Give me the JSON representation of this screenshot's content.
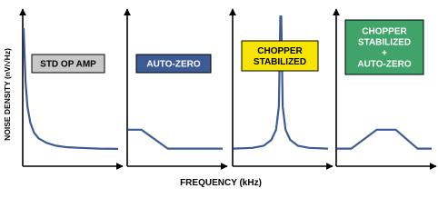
{
  "chart_data": {
    "type": "line",
    "xlabel": "FREQUENCY (kHz)",
    "ylabel": "NOISE DENSITY (nV/√Hz)",
    "colors": {
      "line": "#3d5b94",
      "axis": "#000000"
    },
    "panels": [
      {
        "label": "STD OP AMP",
        "label_lines": [
          "STD OP AMP"
        ],
        "label_bg": "#c8c8c8",
        "label_color": "#000000",
        "series": [
          {
            "x": [
              0.0,
              0.02,
              0.04,
              0.07,
              0.11,
              0.16,
              0.24,
              0.34,
              0.45,
              0.6,
              0.8,
              1.0
            ],
            "y": [
              0.92,
              0.55,
              0.38,
              0.27,
              0.2,
              0.16,
              0.13,
              0.11,
              0.1,
              0.095,
              0.09,
              0.088
            ]
          }
        ]
      },
      {
        "label": "AUTO-ZERO",
        "label_lines": [
          "AUTO-ZERO"
        ],
        "label_bg": "#3d5b94",
        "label_color": "#ffffff",
        "series": [
          {
            "x": [
              0.0,
              0.14,
              0.42,
              1.0
            ],
            "y": [
              0.22,
              0.22,
              0.09,
              0.09
            ]
          }
        ]
      },
      {
        "label": "CHOPPER STABILIZED",
        "label_lines": [
          "CHOPPER",
          "STABILIZED"
        ],
        "label_bg": "#f7e400",
        "label_color": "#000000",
        "series": [
          {
            "x": [
              0.0,
              0.2,
              0.32,
              0.4,
              0.45,
              0.48,
              0.495,
              0.505,
              0.52,
              0.55,
              0.6,
              0.68,
              0.8,
              1.0
            ],
            "y": [
              0.09,
              0.095,
              0.11,
              0.15,
              0.22,
              0.38,
              1.0,
              1.0,
              0.38,
              0.22,
              0.15,
              0.11,
              0.095,
              0.09
            ]
          }
        ]
      },
      {
        "label": "CHOPPER STABILIZED + AUTO-ZERO",
        "label_lines": [
          "CHOPPER",
          "STABILIZED",
          "+",
          "AUTO-ZERO"
        ],
        "label_bg": "#3fa36a",
        "label_color": "#ffffff",
        "series": [
          {
            "x": [
              0.0,
              0.15,
              0.42,
              0.62,
              0.85,
              1.0
            ],
            "y": [
              0.09,
              0.09,
              0.22,
              0.22,
              0.09,
              0.09
            ]
          }
        ]
      }
    ]
  }
}
